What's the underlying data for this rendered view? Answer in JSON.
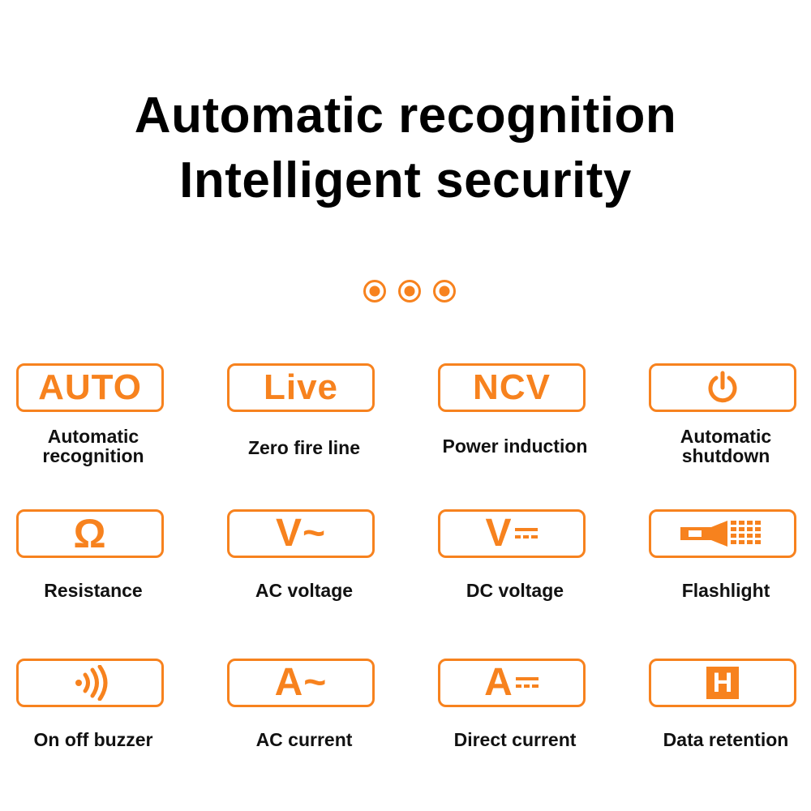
{
  "headline": {
    "line1": "Automatic recognition",
    "line2": "Intelligent security"
  },
  "colors": {
    "accent": "#f7821e",
    "text": "#111111",
    "background": "#ffffff"
  },
  "features": [
    {
      "icon": "auto-text-icon",
      "icon_text": "AUTO",
      "label": "Automatic recognition"
    },
    {
      "icon": "live-text-icon",
      "icon_text": "Live",
      "label": "Zero fire line"
    },
    {
      "icon": "ncv-text-icon",
      "icon_text": "NCV",
      "label": "Power induction"
    },
    {
      "icon": "power-icon",
      "icon_text": "",
      "label": "Automatic shutdown"
    },
    {
      "icon": "omega-icon",
      "icon_text": "Ω",
      "label": "Resistance"
    },
    {
      "icon": "ac-voltage-icon",
      "icon_text": "V~",
      "label": "AC voltage"
    },
    {
      "icon": "dc-voltage-icon",
      "icon_text": "V",
      "label": "DC voltage"
    },
    {
      "icon": "flashlight-icon",
      "icon_text": "",
      "label": "Flashlight"
    },
    {
      "icon": "buzzer-icon",
      "icon_text": "",
      "label": "On off buzzer"
    },
    {
      "icon": "ac-current-icon",
      "icon_text": "A~",
      "label": "AC current"
    },
    {
      "icon": "dc-current-icon",
      "icon_text": "A",
      "label": "Direct current"
    },
    {
      "icon": "hold-icon",
      "icon_text": "H",
      "label": "Data retention"
    }
  ],
  "two_line_labels": {
    "automatic_recognition": [
      "Automatic",
      "recognition"
    ],
    "automatic_shutdown": [
      "Automatic",
      "shutdown"
    ]
  }
}
